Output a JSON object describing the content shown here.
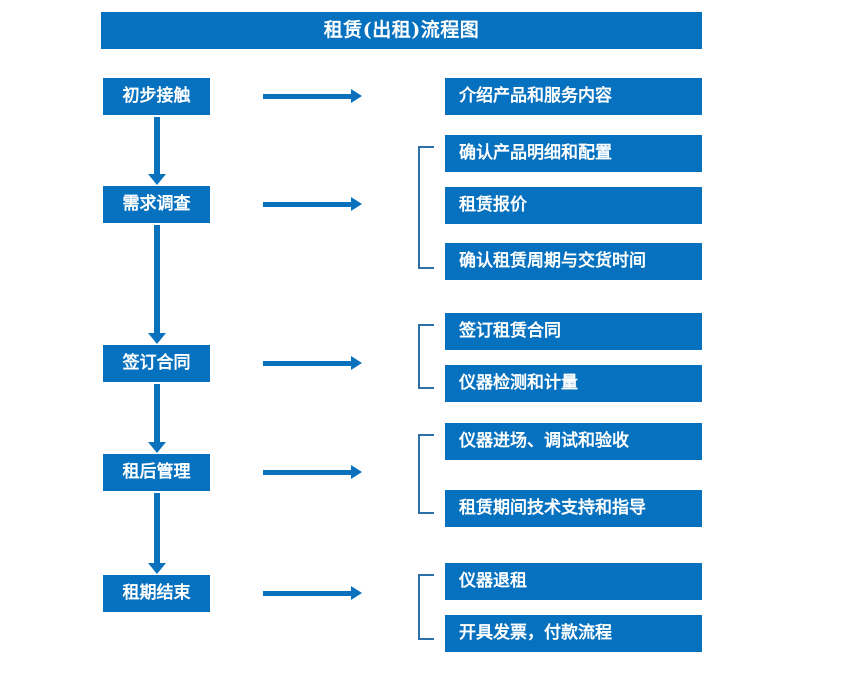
{
  "diagram": {
    "title": "租赁(出租)流程图",
    "accent_color": "#0671BF",
    "arrow_color": "#0A72BC",
    "bracket_color": "#2E6FA8",
    "text_color": "#FFFFFF",
    "background_color": "#FFFFFF"
  },
  "stages": [
    {
      "id": "stage-1",
      "label": "初步接触"
    },
    {
      "id": "stage-2",
      "label": "需求调查"
    },
    {
      "id": "stage-3",
      "label": "签订合同"
    },
    {
      "id": "stage-4",
      "label": "租后管理"
    },
    {
      "id": "stage-5",
      "label": "租期结束"
    }
  ],
  "details": [
    {
      "id": "detail-1-1",
      "stage": "初步接触",
      "label": "介绍产品和服务内容"
    },
    {
      "id": "detail-2-1",
      "stage": "需求调查",
      "label": "确认产品明细和配置"
    },
    {
      "id": "detail-2-2",
      "stage": "需求调查",
      "label": "租赁报价"
    },
    {
      "id": "detail-2-3",
      "stage": "需求调查",
      "label": "确认租赁周期与交货时间"
    },
    {
      "id": "detail-3-1",
      "stage": "签订合同",
      "label": "签订租赁合同"
    },
    {
      "id": "detail-3-2",
      "stage": "签订合同",
      "label": "仪器检测和计量"
    },
    {
      "id": "detail-4-1",
      "stage": "租后管理",
      "label": "仪器进场、调试和验收"
    },
    {
      "id": "detail-4-2",
      "stage": "租后管理",
      "label": "租赁期间技术支持和指导"
    },
    {
      "id": "detail-5-1",
      "stage": "租期结束",
      "label": "仪器退租"
    },
    {
      "id": "detail-5-2",
      "stage": "租期结束",
      "label": "开具发票，付款流程"
    }
  ],
  "connectors": {
    "vertical_arrow_icon": "arrow-down-icon",
    "horizontal_arrow_icon": "arrow-right-icon",
    "bracket_icon": "group-bracket-icon"
  }
}
